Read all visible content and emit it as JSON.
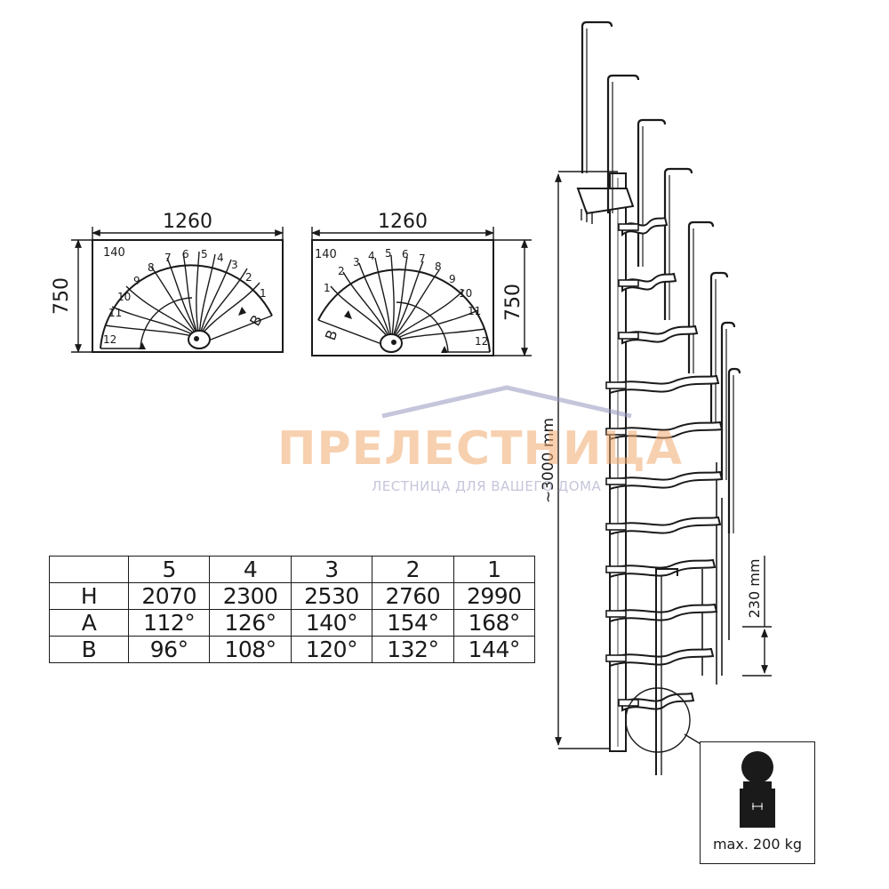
{
  "plans": {
    "left": {
      "width_label": "1260",
      "height_label": "750",
      "corner_label": "140",
      "step_labels": [
        "1",
        "2",
        "3",
        "4",
        "5",
        "6",
        "7",
        "8",
        "9",
        "10",
        "11",
        "12"
      ],
      "angle_label": "B"
    },
    "right": {
      "width_label": "1260",
      "height_label": "750",
      "corner_label": "140",
      "step_labels": [
        "1",
        "2",
        "3",
        "4",
        "5",
        "6",
        "7",
        "8",
        "9",
        "10",
        "11",
        "12"
      ],
      "angle_label": "B"
    }
  },
  "spec_table": {
    "columns": [
      "",
      "5",
      "4",
      "3",
      "2",
      "1"
    ],
    "rows": [
      {
        "label": "H",
        "values": [
          "2070",
          "2300",
          "2530",
          "2760",
          "2990"
        ]
      },
      {
        "label": "A",
        "values": [
          "112°",
          "126°",
          "140°",
          "154°",
          "168°"
        ]
      },
      {
        "label": "B",
        "values": [
          "96°",
          "108°",
          "120°",
          "132°",
          "144°"
        ]
      }
    ]
  },
  "staircase": {
    "height_label": "~3000 mm",
    "step_rise_label": "230 mm"
  },
  "load": {
    "label": "max. 200 kg"
  },
  "watermark": {
    "title": "ПРЕЛЕСТНИЦА",
    "subtitle": "ЛЕСТНИЦА ДЛЯ ВАШЕГО ДОМА"
  },
  "colors": {
    "ink": "#1a1a1a",
    "watermark_orange": "#f0aa6e",
    "watermark_blue": "#9696be"
  }
}
